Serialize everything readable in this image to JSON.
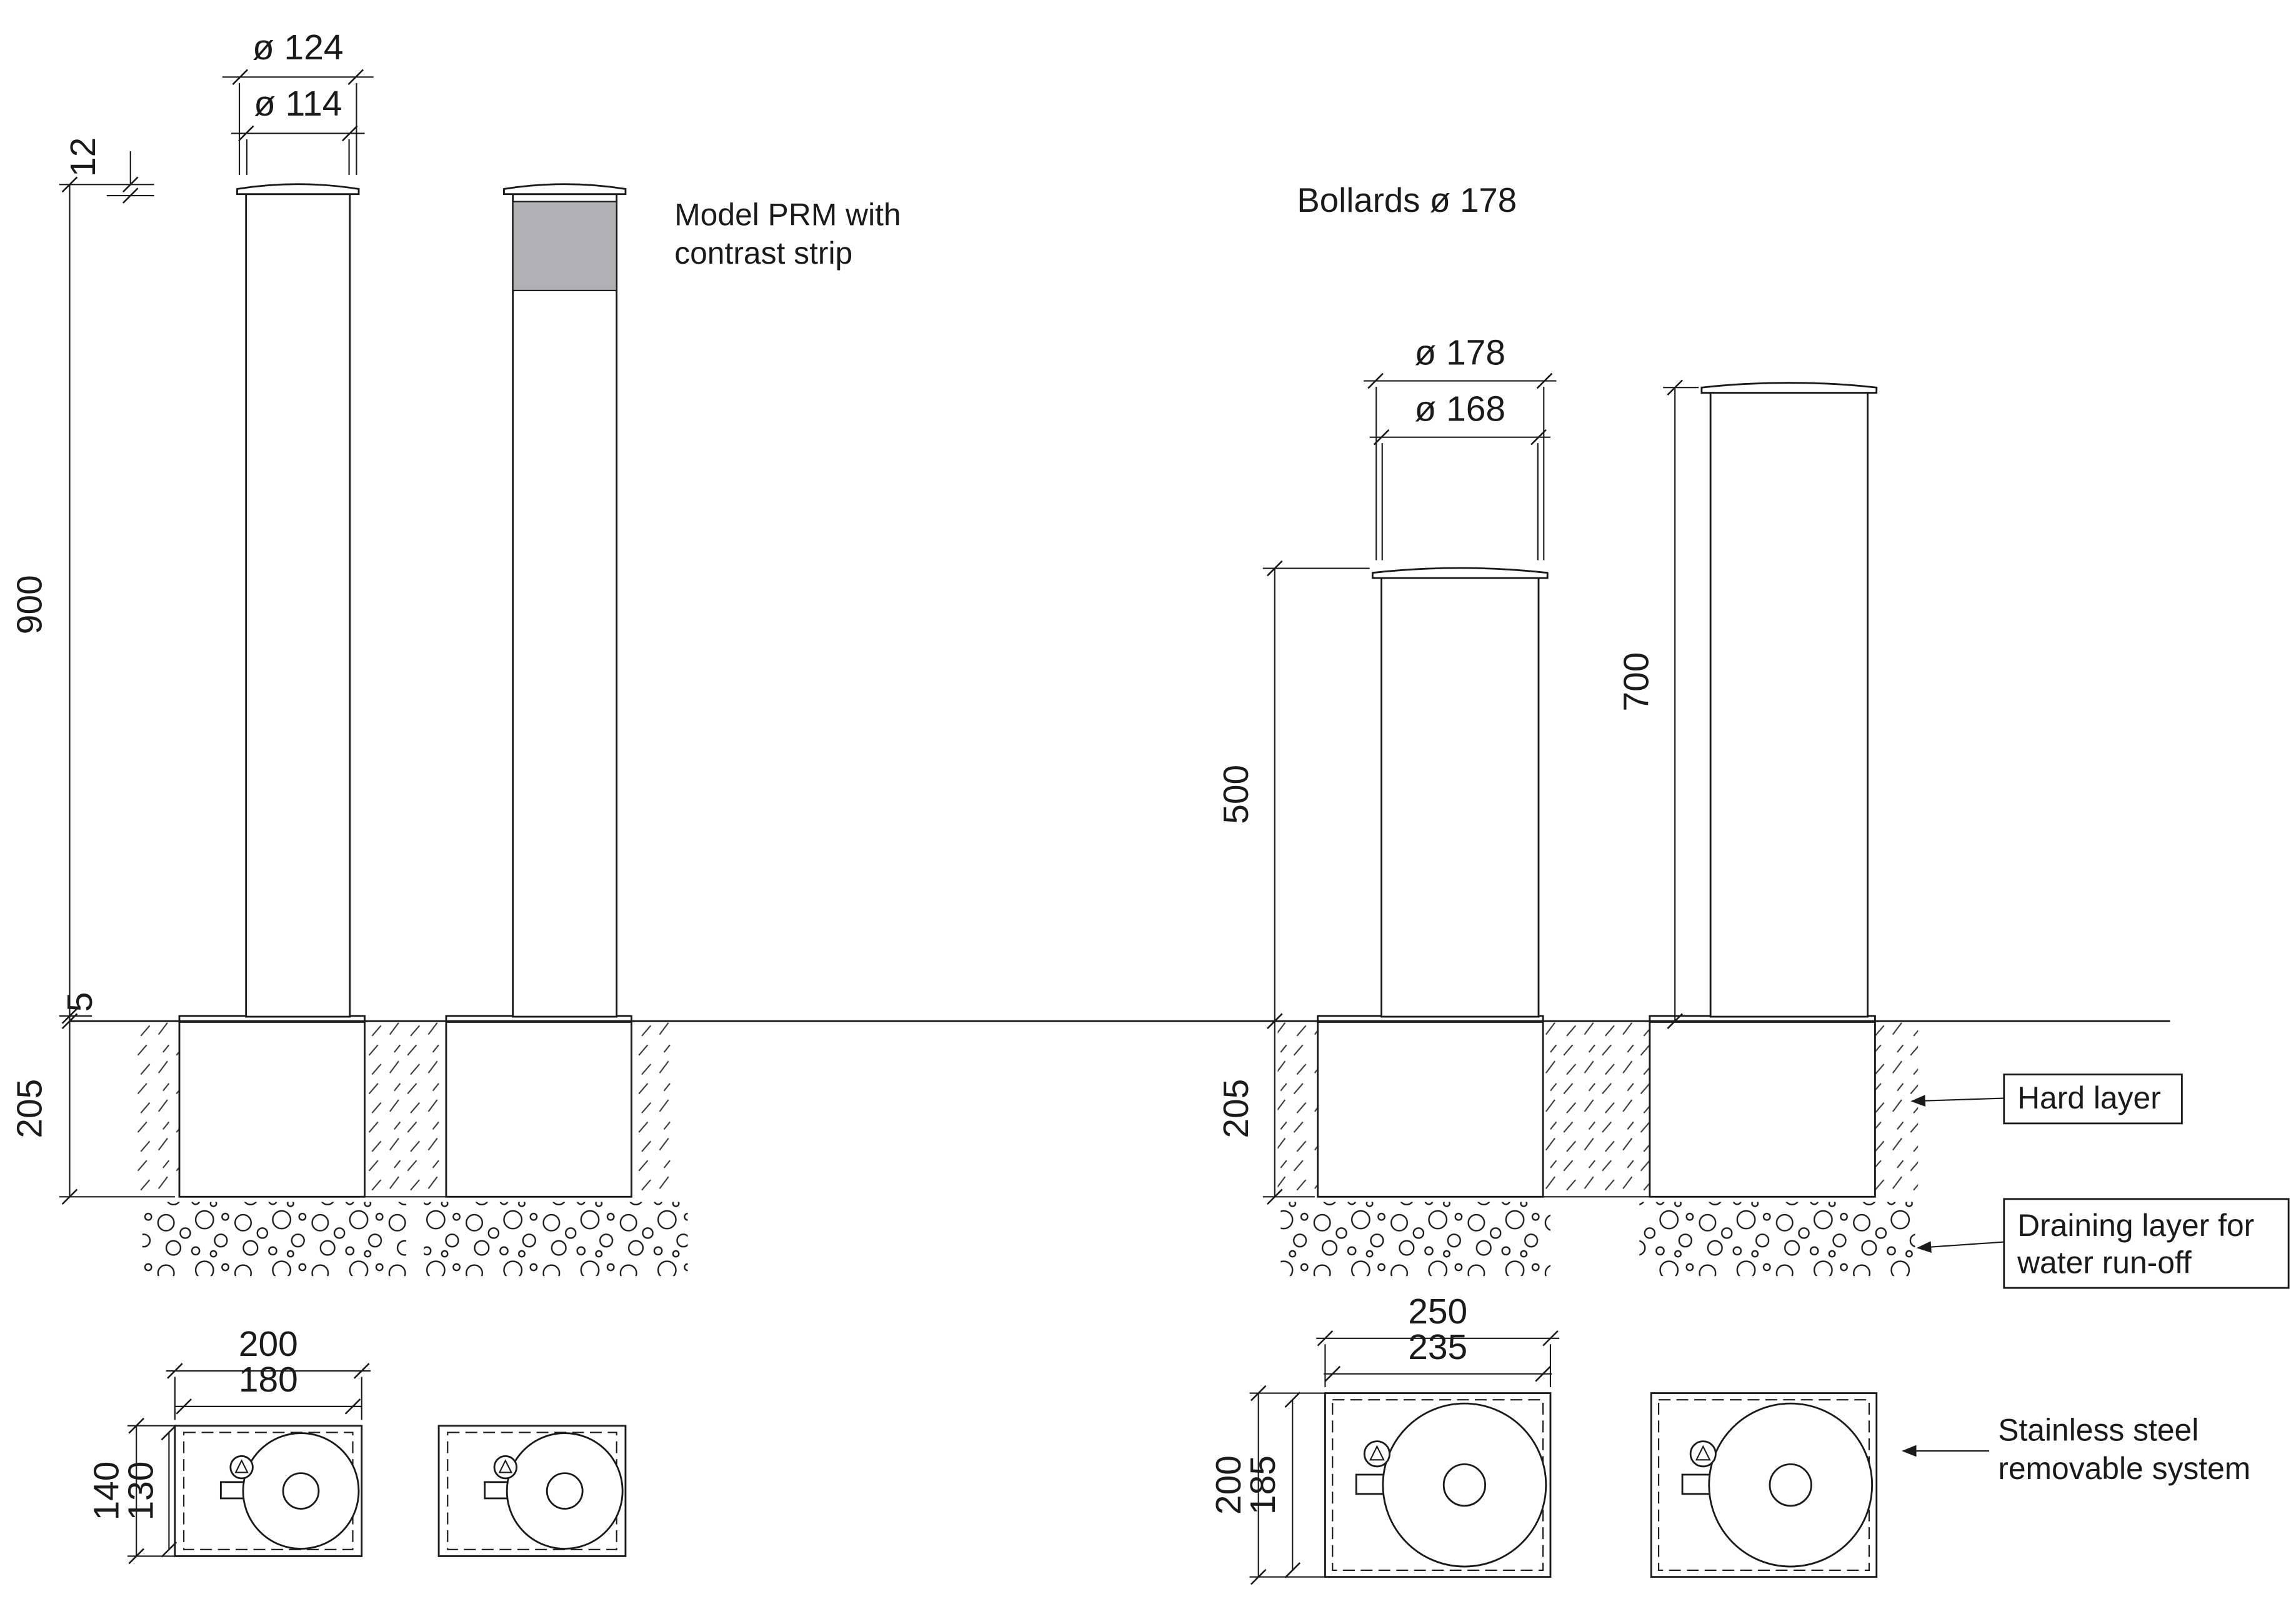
{
  "title": "Bollards ø 178",
  "left": {
    "dia_outer": "ø 124",
    "dia_inner": "ø 114",
    "cap_height": "12",
    "height": "900",
    "above_ground": "5",
    "depth": "205",
    "prm_label_1": "Model PRM with",
    "prm_label_2": "contrast strip"
  },
  "right": {
    "dia_outer": "ø 178",
    "dia_inner": "ø 168",
    "height_short": "500",
    "height_tall": "700",
    "depth": "205"
  },
  "plan_left": {
    "width_outer": "200",
    "width_inner": "180",
    "height_outer": "140",
    "height_inner": "130"
  },
  "plan_right": {
    "width_outer": "250",
    "width_inner": "235",
    "height_outer": "200",
    "height_inner": "185"
  },
  "callouts": {
    "hard_layer": "Hard layer",
    "draining_1": "Draining layer for",
    "draining_2": "water run-off",
    "removable_1": "Stainless steel",
    "removable_2": "removable system"
  },
  "colors": {
    "line": "#1a1a1a",
    "contrast_strip": "#b1b0b2",
    "background": "#ffffff"
  }
}
